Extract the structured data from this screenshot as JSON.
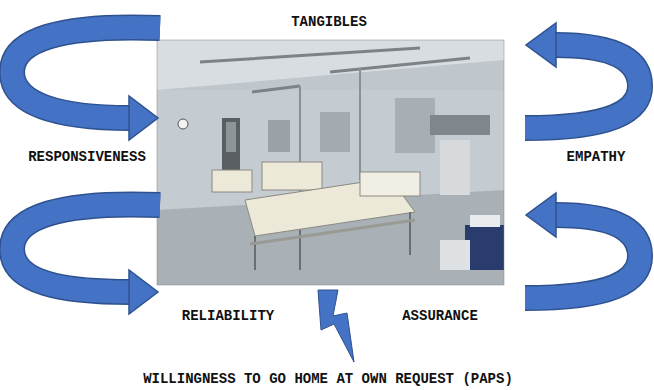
{
  "diagram": {
    "labels": [
      "TANGIBLES",
      "RESPONSIVENESS",
      "EMPATHY",
      "RELIABILITY",
      "ASSURANCE",
      "WILLINGNESS TO GO HOME AT OWN REQUEST (PAPS)"
    ]
  }
}
